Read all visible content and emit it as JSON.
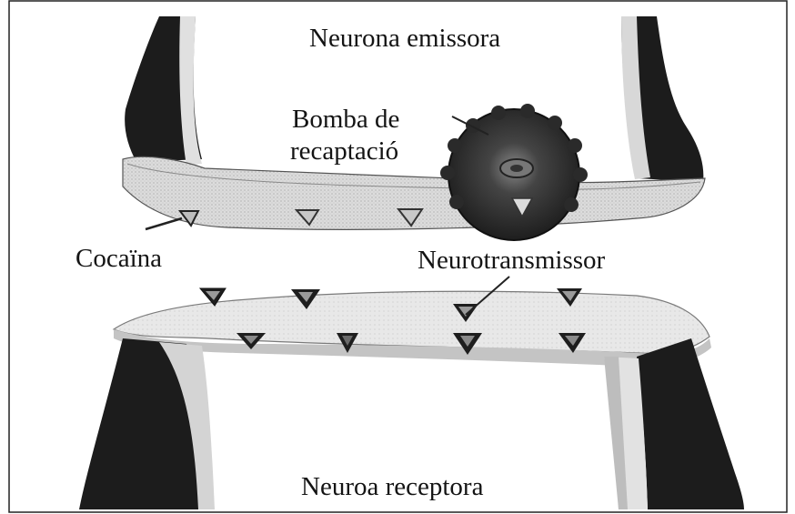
{
  "labels": {
    "emitter": "Neurona emissora",
    "pump_line1": "Bomba de",
    "pump_line2": "recaptació",
    "cocaine": "Cocaïna",
    "neurotransmitter": "Neurotransmissor",
    "receiver": "Neuroa receptora"
  },
  "colors": {
    "membrane_dark": "#1c1c1c",
    "membrane_light": "#dadada",
    "cleft_surface": "#e6e6e6",
    "pump": "#3a3a3a",
    "molecule": "#222222",
    "frame": "#222222"
  }
}
